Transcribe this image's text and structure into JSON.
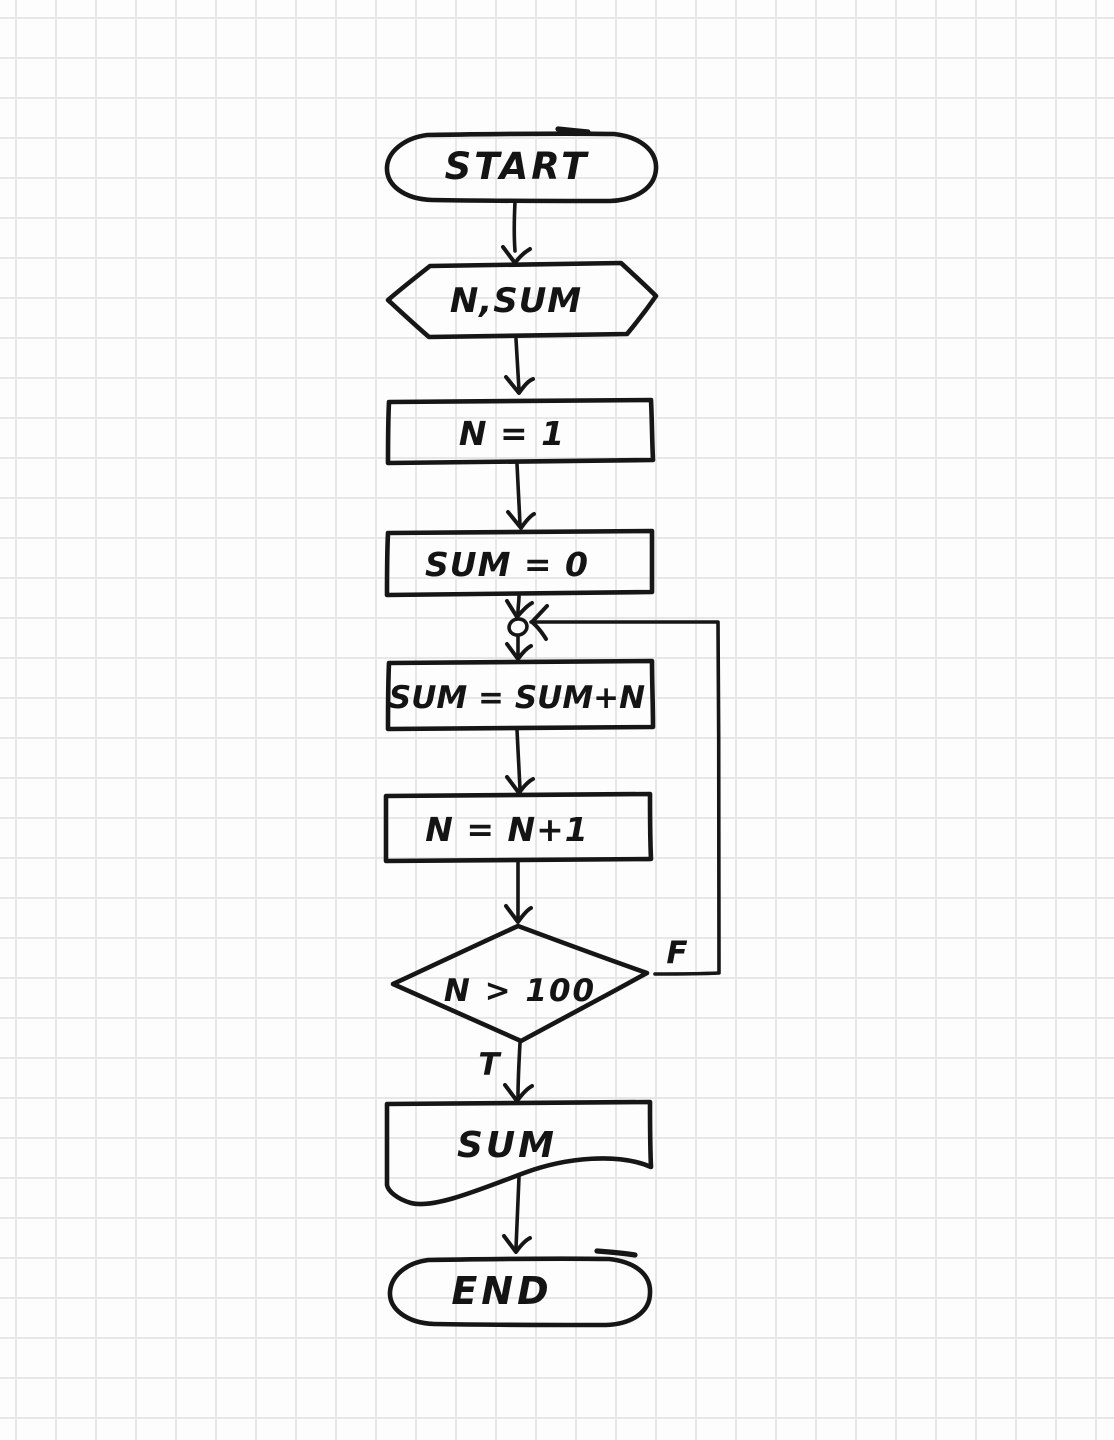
{
  "flowchart": {
    "description": "Hand-drawn flowchart on grid paper computing the sum of 1 to 100",
    "nodes": {
      "start": {
        "type": "terminator",
        "label": "START"
      },
      "read": {
        "type": "io-hexagon",
        "label": "N,SUM"
      },
      "init_n": {
        "type": "process",
        "label": "N = 1"
      },
      "init_sum": {
        "type": "process",
        "label": "SUM = 0"
      },
      "connector": {
        "type": "junction-circle",
        "label": ""
      },
      "add": {
        "type": "process",
        "label": "SUM = SUM+N"
      },
      "increment": {
        "type": "process",
        "label": "N = N+1"
      },
      "check": {
        "type": "decision",
        "label": "N > 100"
      },
      "print": {
        "type": "document",
        "label": "SUM"
      },
      "end": {
        "type": "terminator",
        "label": "END"
      }
    },
    "branches": {
      "true": "T",
      "false": "F"
    },
    "edges": [
      "start -> read",
      "read -> init_n",
      "init_n -> init_sum",
      "init_sum -> connector",
      "connector -> add",
      "add -> increment",
      "increment -> check",
      "check -T-> print",
      "check -F-> connector (loop back right side)",
      "print -> end"
    ],
    "colors": {
      "ink": "#161616",
      "paper": "#fdfdfd",
      "grid_line": "#e7e7ea"
    }
  }
}
